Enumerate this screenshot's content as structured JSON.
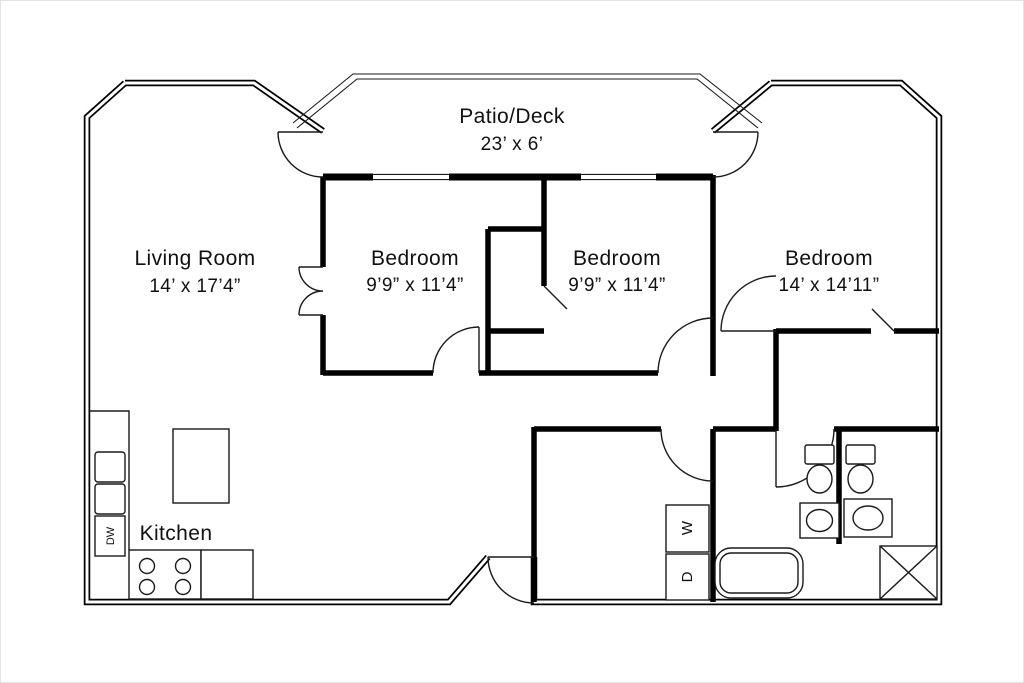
{
  "plan": {
    "rooms": {
      "patio": {
        "name": "Patio/Deck",
        "dims": "23’ x 6’"
      },
      "living": {
        "name": "Living Room",
        "dims": "14’ x 17’4”"
      },
      "bedroom1": {
        "name": "Bedroom",
        "dims": "9’9” x 11’4”"
      },
      "bedroom2": {
        "name": "Bedroom",
        "dims": "9’9” x 11’4”"
      },
      "bedroom3": {
        "name": "Bedroom",
        "dims": "14’ x 14’11”"
      },
      "kitchen": {
        "name": "Kitchen"
      }
    },
    "appliances": {
      "washer": "W",
      "dryer": "D",
      "dishwasher": "DW"
    },
    "colors": {
      "wall": "#000000",
      "background": "#ffffff",
      "line": "#1a1a1a"
    }
  }
}
